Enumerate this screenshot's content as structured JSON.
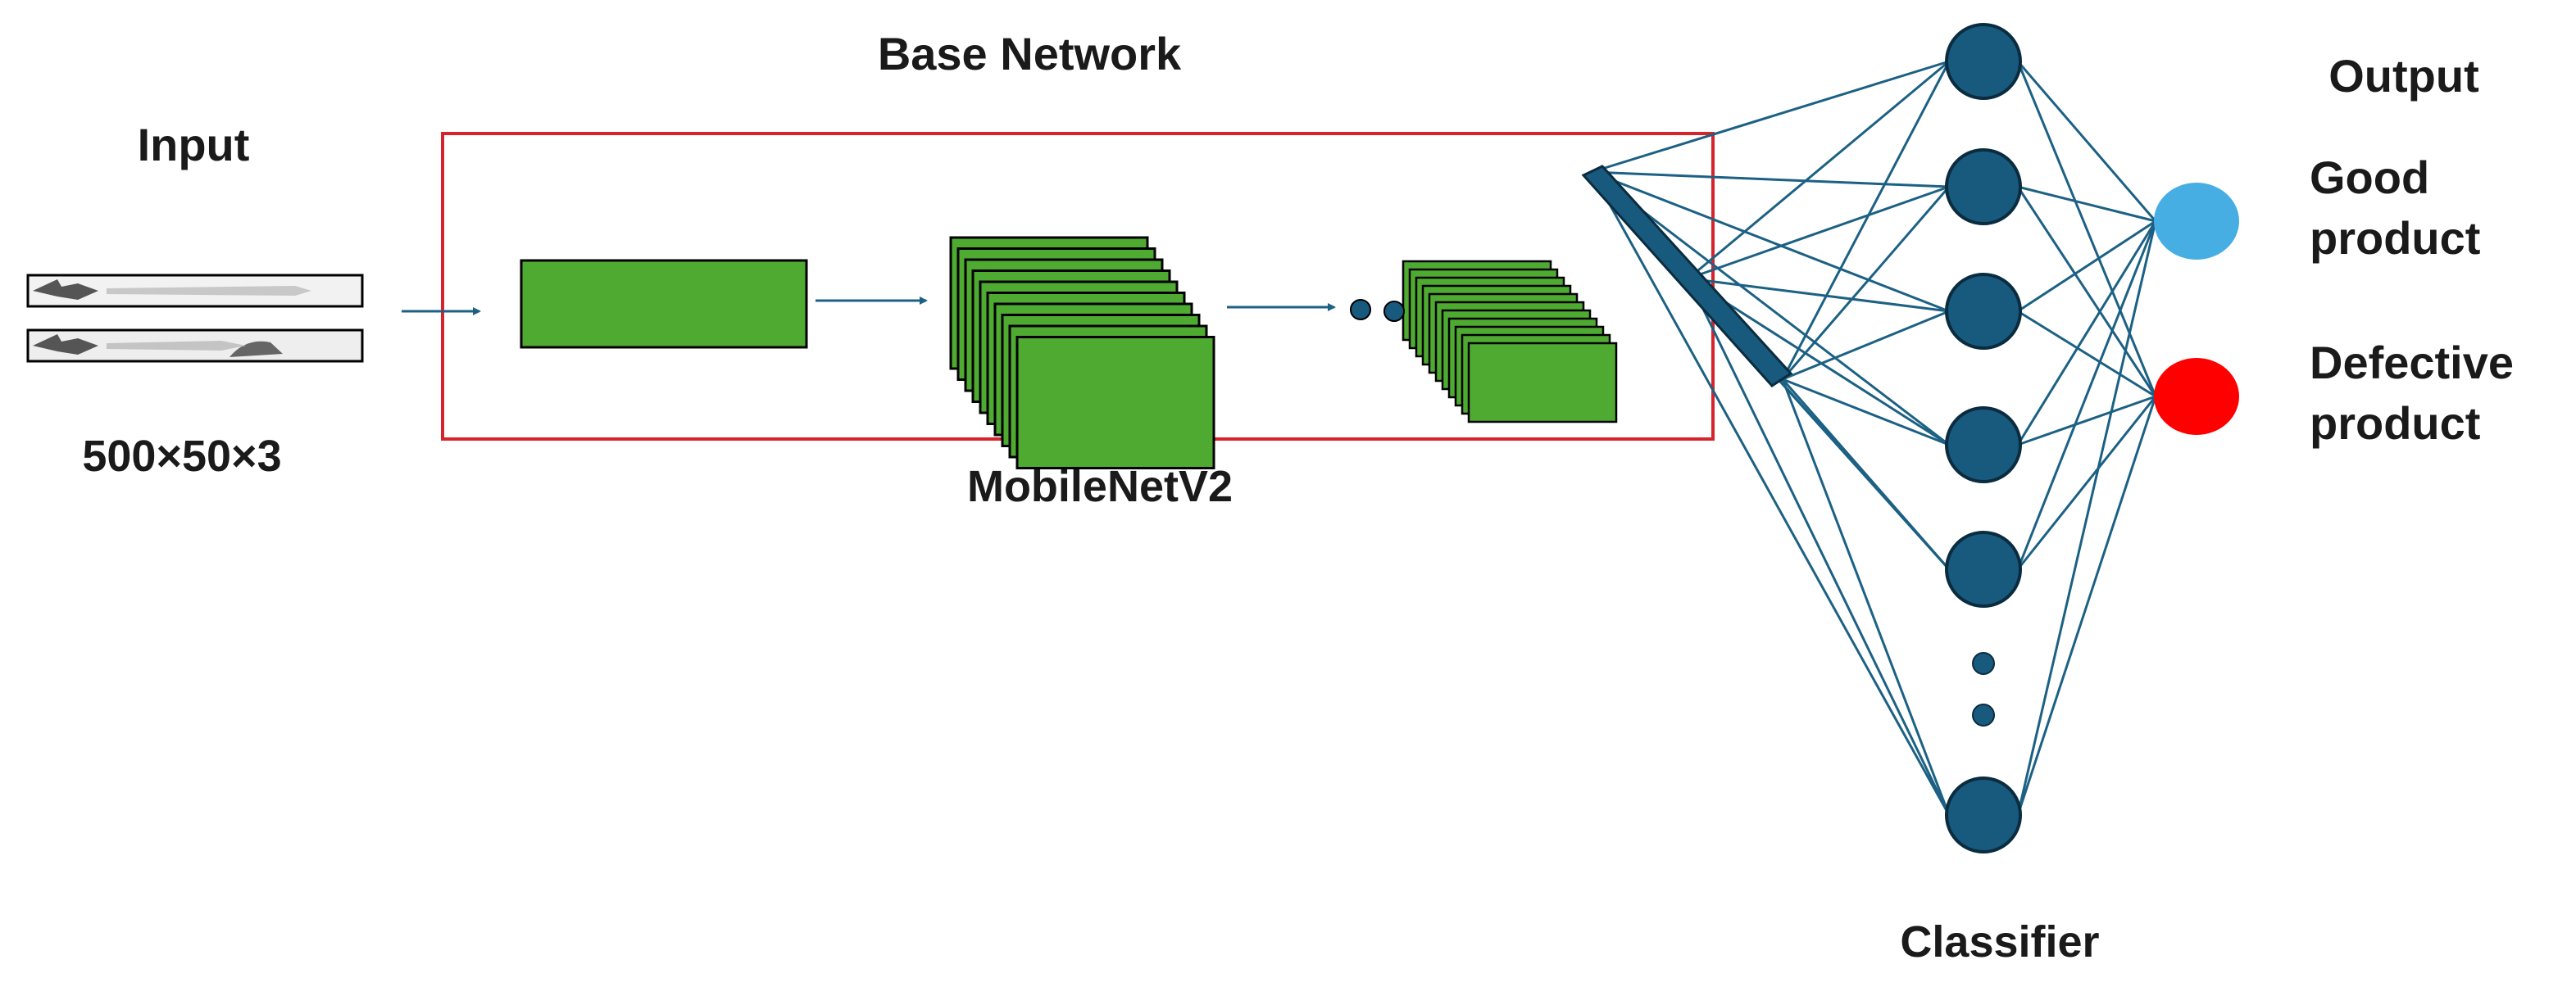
{
  "input": {
    "label": "Input",
    "dimensions": "500×50×3"
  },
  "base_network": {
    "title": "Base Network",
    "model_name": "MobileNetV2"
  },
  "classifier": {
    "label": "Classifier"
  },
  "output": {
    "label": "Output",
    "classes": [
      {
        "line1": "Good",
        "line2": "product",
        "color": "#46aee3"
      },
      {
        "line1": "Defective",
        "line2": "product",
        "color": "#ff0000"
      }
    ]
  },
  "colors": {
    "layer_fill": "#4faa32",
    "node_fill": "#175a7e",
    "edge": "#1c6184",
    "frame": "#d7232b"
  }
}
